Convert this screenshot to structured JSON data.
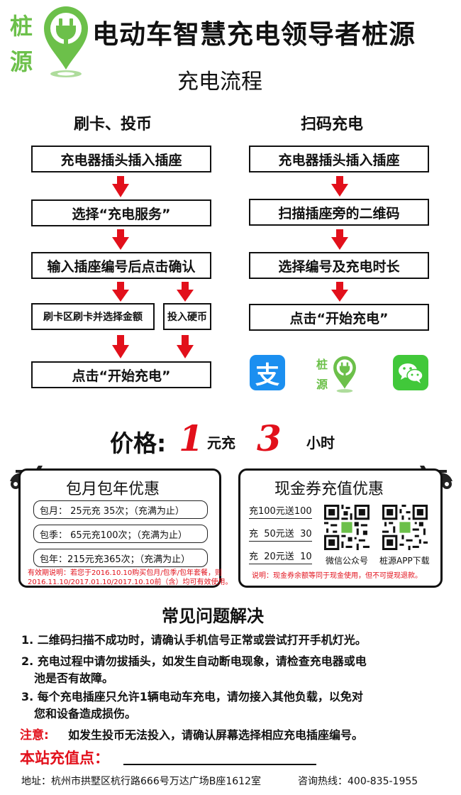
{
  "header": {
    "logo_char1": "桩",
    "logo_char2": "源",
    "slogan": "电动车智慧充电领导者桩源",
    "subtitle": "充电流程"
  },
  "colors": {
    "brand_green": "#6cc04a",
    "accent_red": "#e2101b",
    "alipay_blue": "#1b8ff0",
    "wechat_green": "#41c83a"
  },
  "flow_left": {
    "title": "刷卡、投币",
    "step1": "充电器插头插入插座",
    "step2": "选择“充电服务”",
    "step3": "输入插座编号后点击确认",
    "step4a": "刷卡区刷卡并选择金额",
    "step4b": "投入硬币",
    "step5": "点击“开始充电”"
  },
  "flow_right": {
    "title": "扫码充电",
    "step1": "充电器插头插入插座",
    "step2": "扫描插座旁的二维码",
    "step3": "选择编号及充电时长",
    "step4": "点击“开始充电”"
  },
  "app_icons": {
    "alipay_icon": "alipay-icon",
    "alipay_char": "支",
    "brand_icon": "zhuangyuan-logo-icon",
    "wechat_icon": "wechat-icon"
  },
  "price": {
    "label": "价格:",
    "yuan_value": "1",
    "yuan_unit": "元充",
    "hour_value": "3",
    "hour_unit": "小时"
  },
  "monthly": {
    "title": "包月包年优惠",
    "rows": [
      "包月：  25元充  35次；（充满为止）",
      "包季：  65元充100次；（充满为止）",
      "包年：215元充365次；（充满为止）"
    ],
    "note_line1": "有效期说明：若您于2016.10.10购买包月/包季/包年套餐，则",
    "note_line2": "2016.11.10/2017.01.10/2017.10.10前（含）均可有效使用。"
  },
  "voucher": {
    "title": "现金券充值优惠",
    "rows": [
      "充100元送100",
      "充  50元送  30",
      "充  20元送  10"
    ],
    "qr1_label": "微信公众号",
    "qr2_label": "桩源APP下载",
    "note": "说明：现金券余额等同于现金使用，但不可提现退款。"
  },
  "faq": {
    "title": "常见问题解决",
    "item1_line1": "1. 二维码扫描不成功时，请确认手机信号正常或尝试打开手机灯光。",
    "item2_line1": "2. 充电过程中请勿拔插头，如发生自动断电现象，请检查充电器或电",
    "item2_line2": "池是否有故障。",
    "item3_line1": "3. 每个充电插座只允许1辆电动车充电，请勿接入其他负载，以免对",
    "item3_line2": "您和设备造成损伤。",
    "notice_label": "注意:",
    "notice_text": "如发生投币无法投入，请确认屏幕选择相应充电插座编号。"
  },
  "footer": {
    "station_label": "本站充值点：",
    "address": "地址：杭州市拱墅区杭行路666号万达广场B座1612室",
    "hotline": "咨询热线：400-835-1955"
  }
}
